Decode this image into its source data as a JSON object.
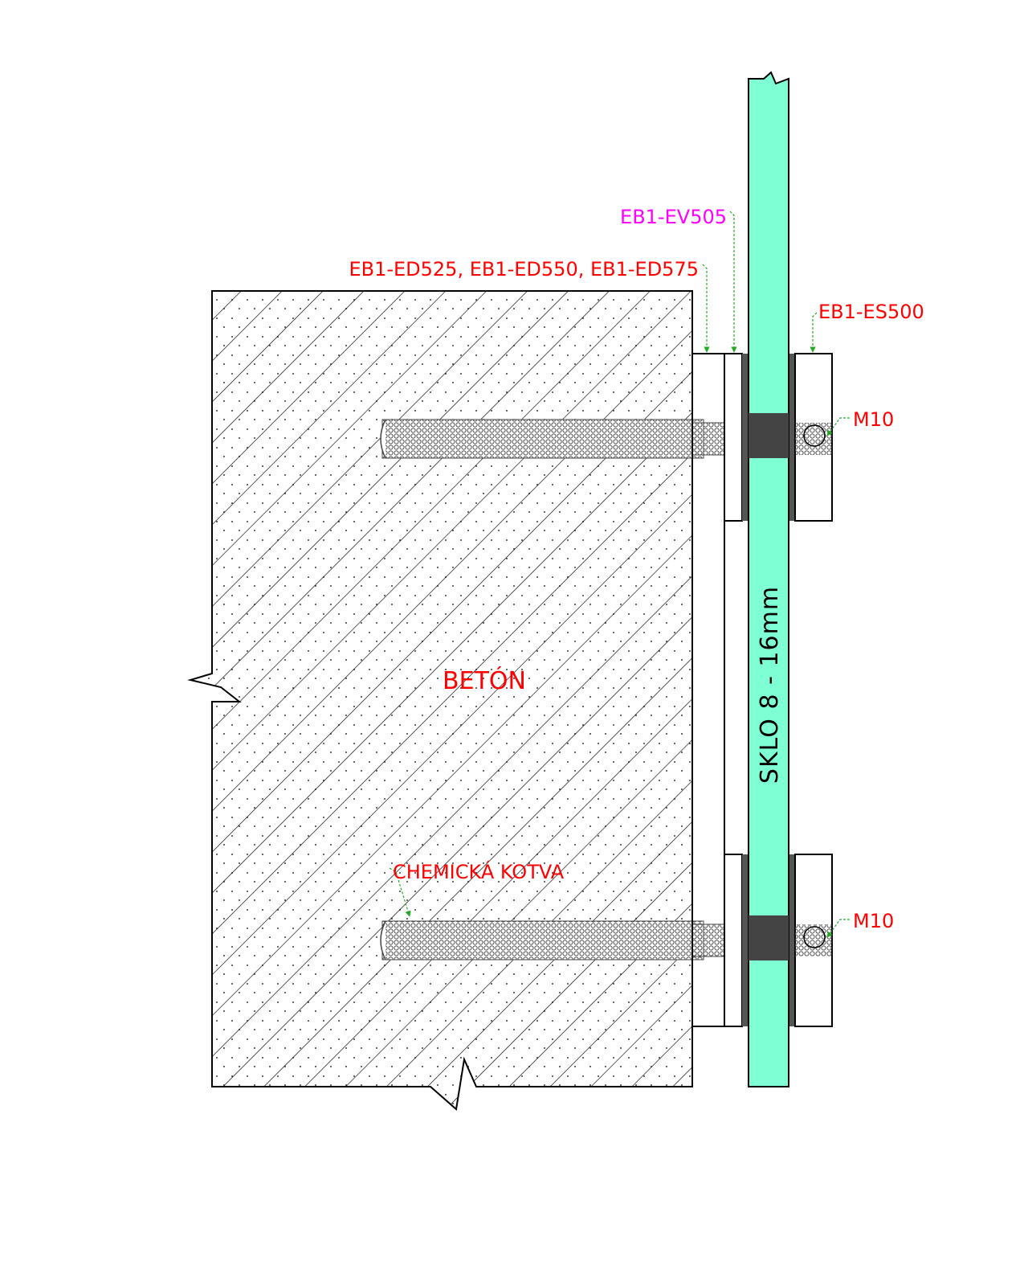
{
  "labels": {
    "ev505": "EB1-EV505",
    "ed": "EB1-ED525, EB1-ED550, EB1-ED575",
    "es500": "EB1-ES500",
    "m10_top": "M10",
    "m10_bottom": "M10",
    "beton": "BETÓN",
    "glass": "SKLO  8 - 16mm",
    "chem": "CHEMICKÁ KOTVA"
  },
  "colors": {
    "label_red": "#ff0000",
    "label_magenta": "#ff00ff",
    "glass": "#7fffd4",
    "gasket": "#555555",
    "leader": "#22aa22"
  }
}
